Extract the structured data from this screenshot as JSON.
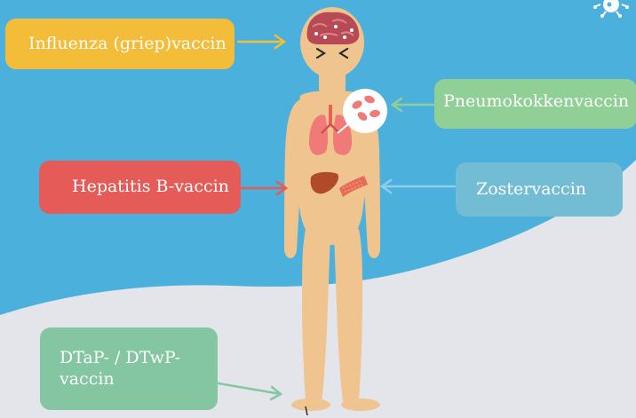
{
  "labels": {
    "influenza": "Influenza (griep)vaccin",
    "pneumo": "Pneumokokkenvaccin",
    "hepatitis_b": "Hepatitis B-vaccin",
    "zoster": "Zostervaccin",
    "dtap": "DTaP- / DTwP-vaccin"
  },
  "colors": {
    "sky": "#4bb0dc",
    "ground": "#e3e5ea",
    "skin": "#efc48f",
    "influenza": "#f3bd3a",
    "pneumo": "#90cf95",
    "hepatitis_b": "#e45b58",
    "zoster": "#72bcd4",
    "dtap": "#84c6a1"
  },
  "icons": [
    "virus-icon",
    "brain-icon",
    "lungs-icon",
    "liver-icon",
    "intestine-icon",
    "bacteria-bubble-icon",
    "arrow-icon"
  ]
}
